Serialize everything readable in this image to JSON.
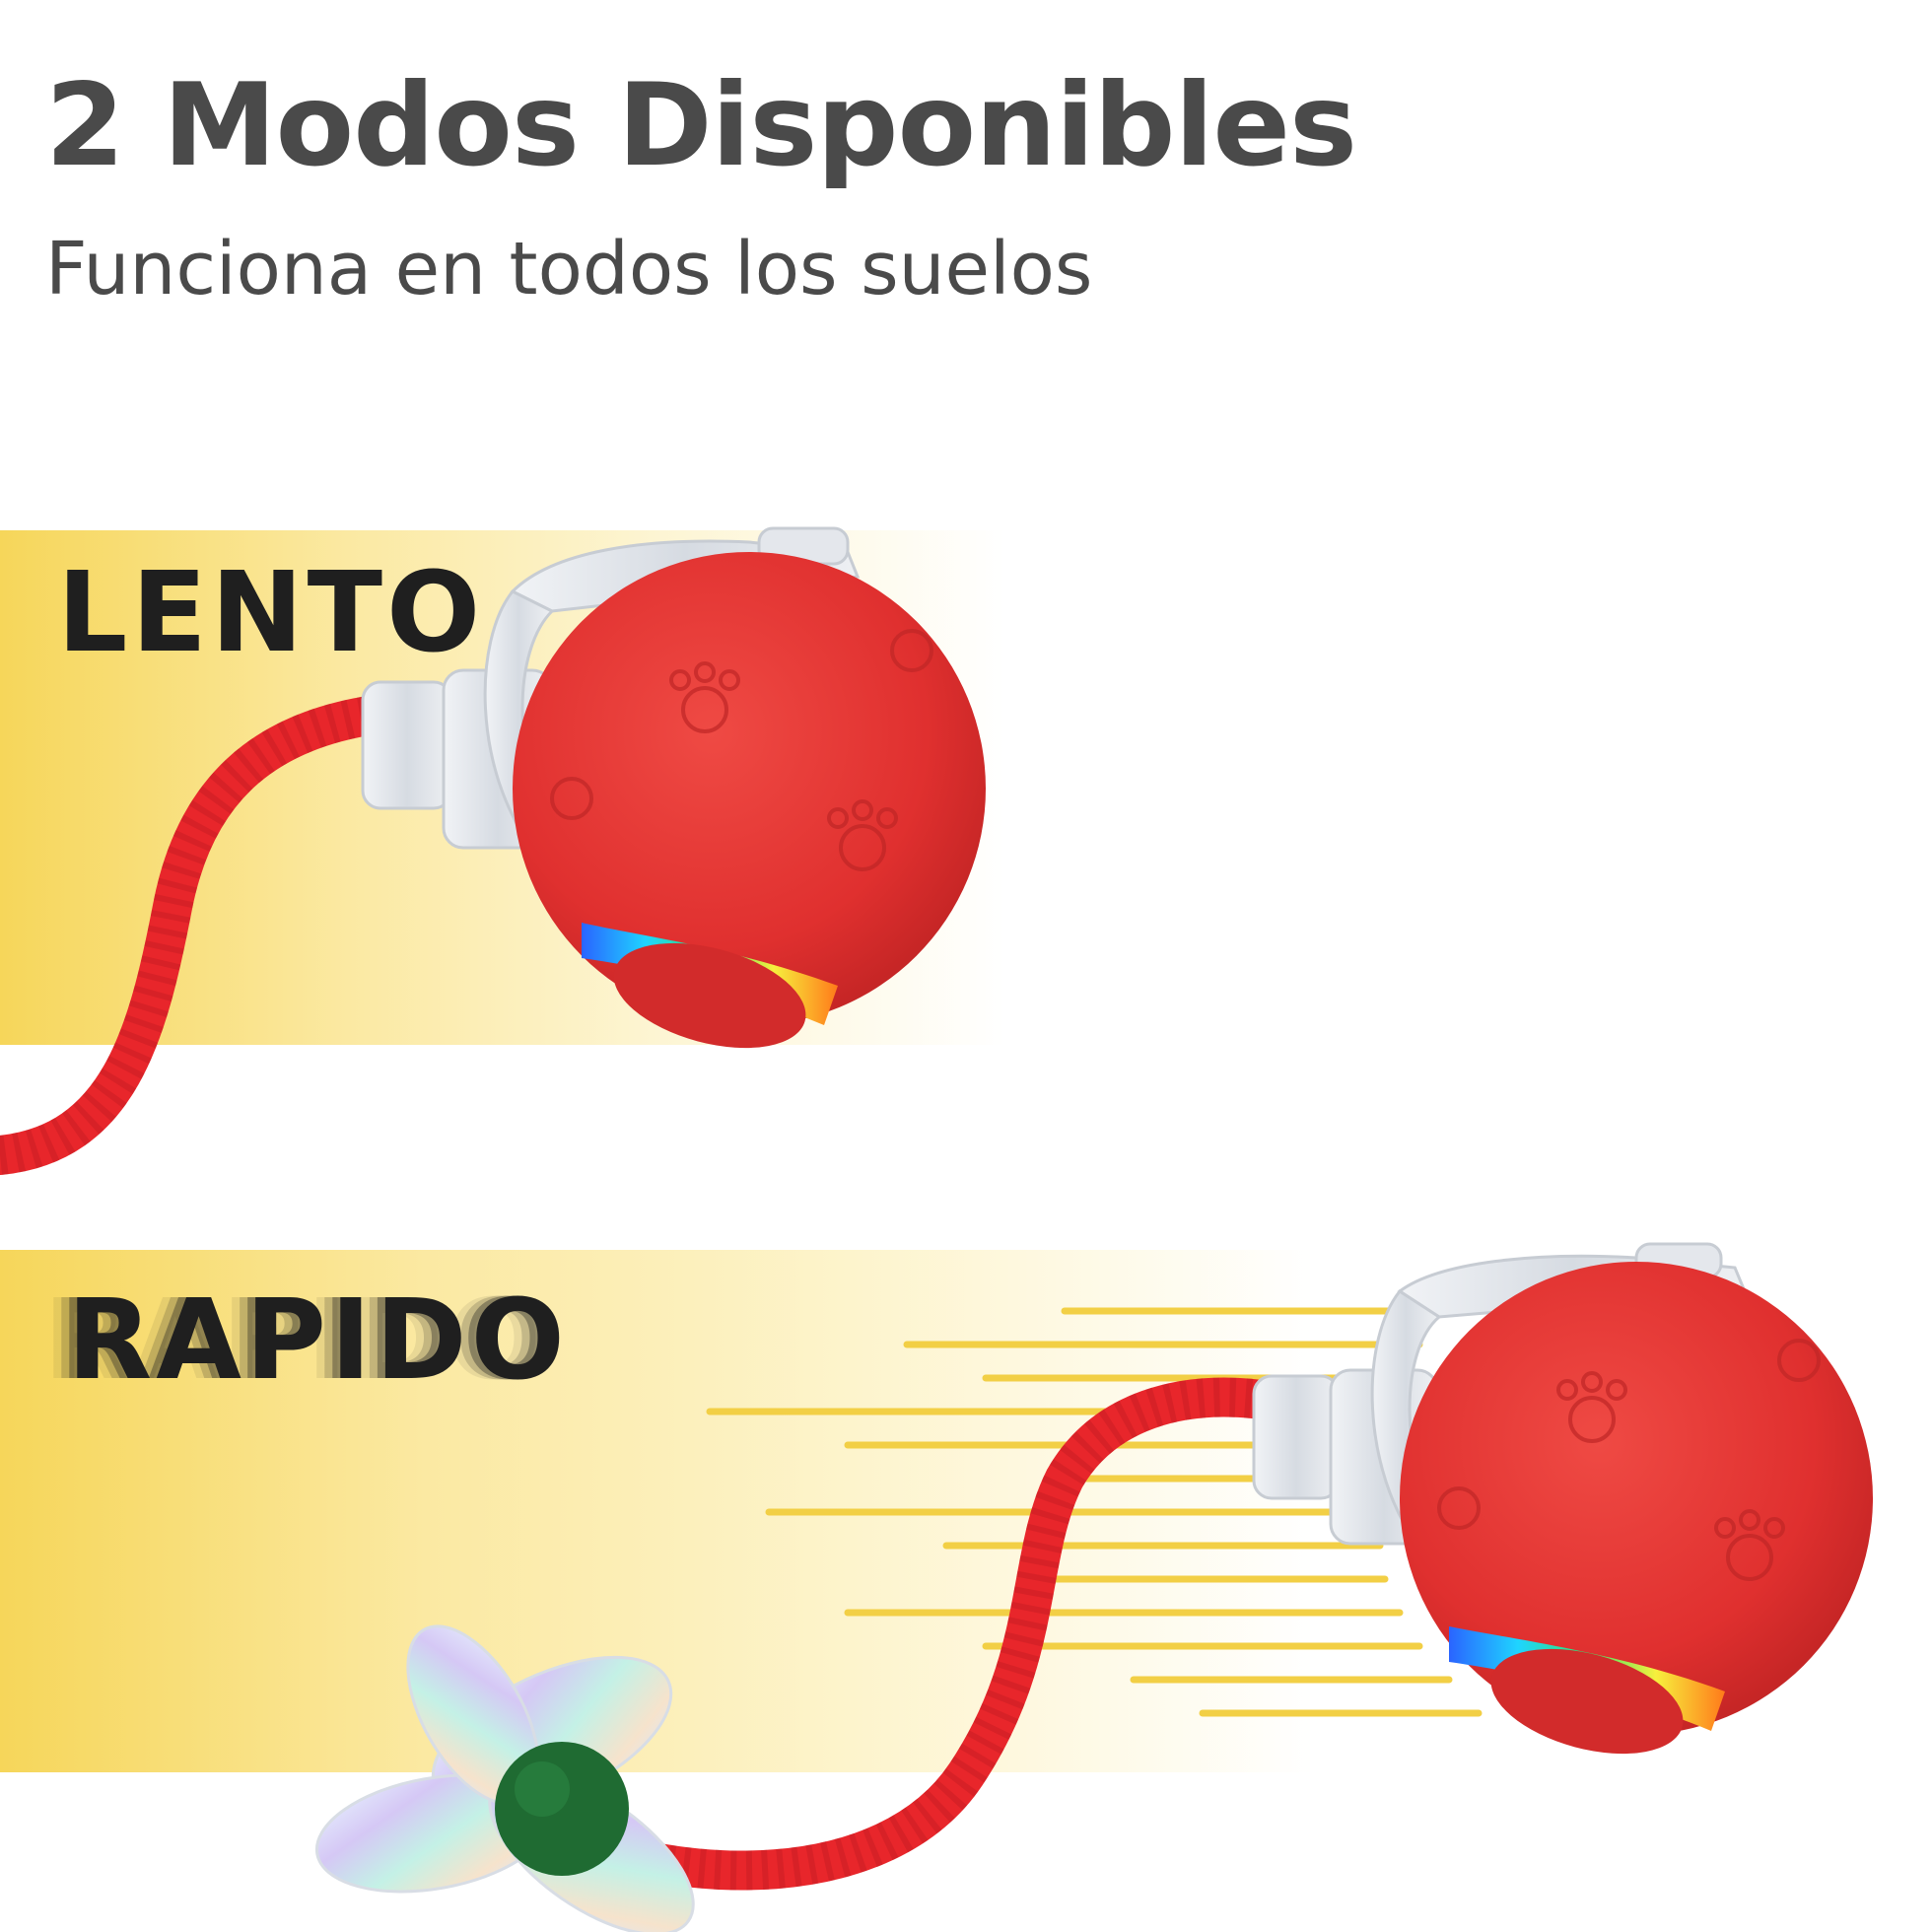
{
  "header": {
    "title": "2 Modos Disponibles",
    "subtitle": "Funciona en todos los suelos"
  },
  "modes": [
    {
      "label": "LENTO"
    },
    {
      "label": "RAPIDO"
    }
  ],
  "colors": {
    "text_dark": "#4a4a4a",
    "label_dark": "#1f1f1f",
    "band_yellow": "#f6d65a",
    "toy_red": "#e53535",
    "rope_red": "#e8262b",
    "pom_green": "#1f6b32"
  }
}
